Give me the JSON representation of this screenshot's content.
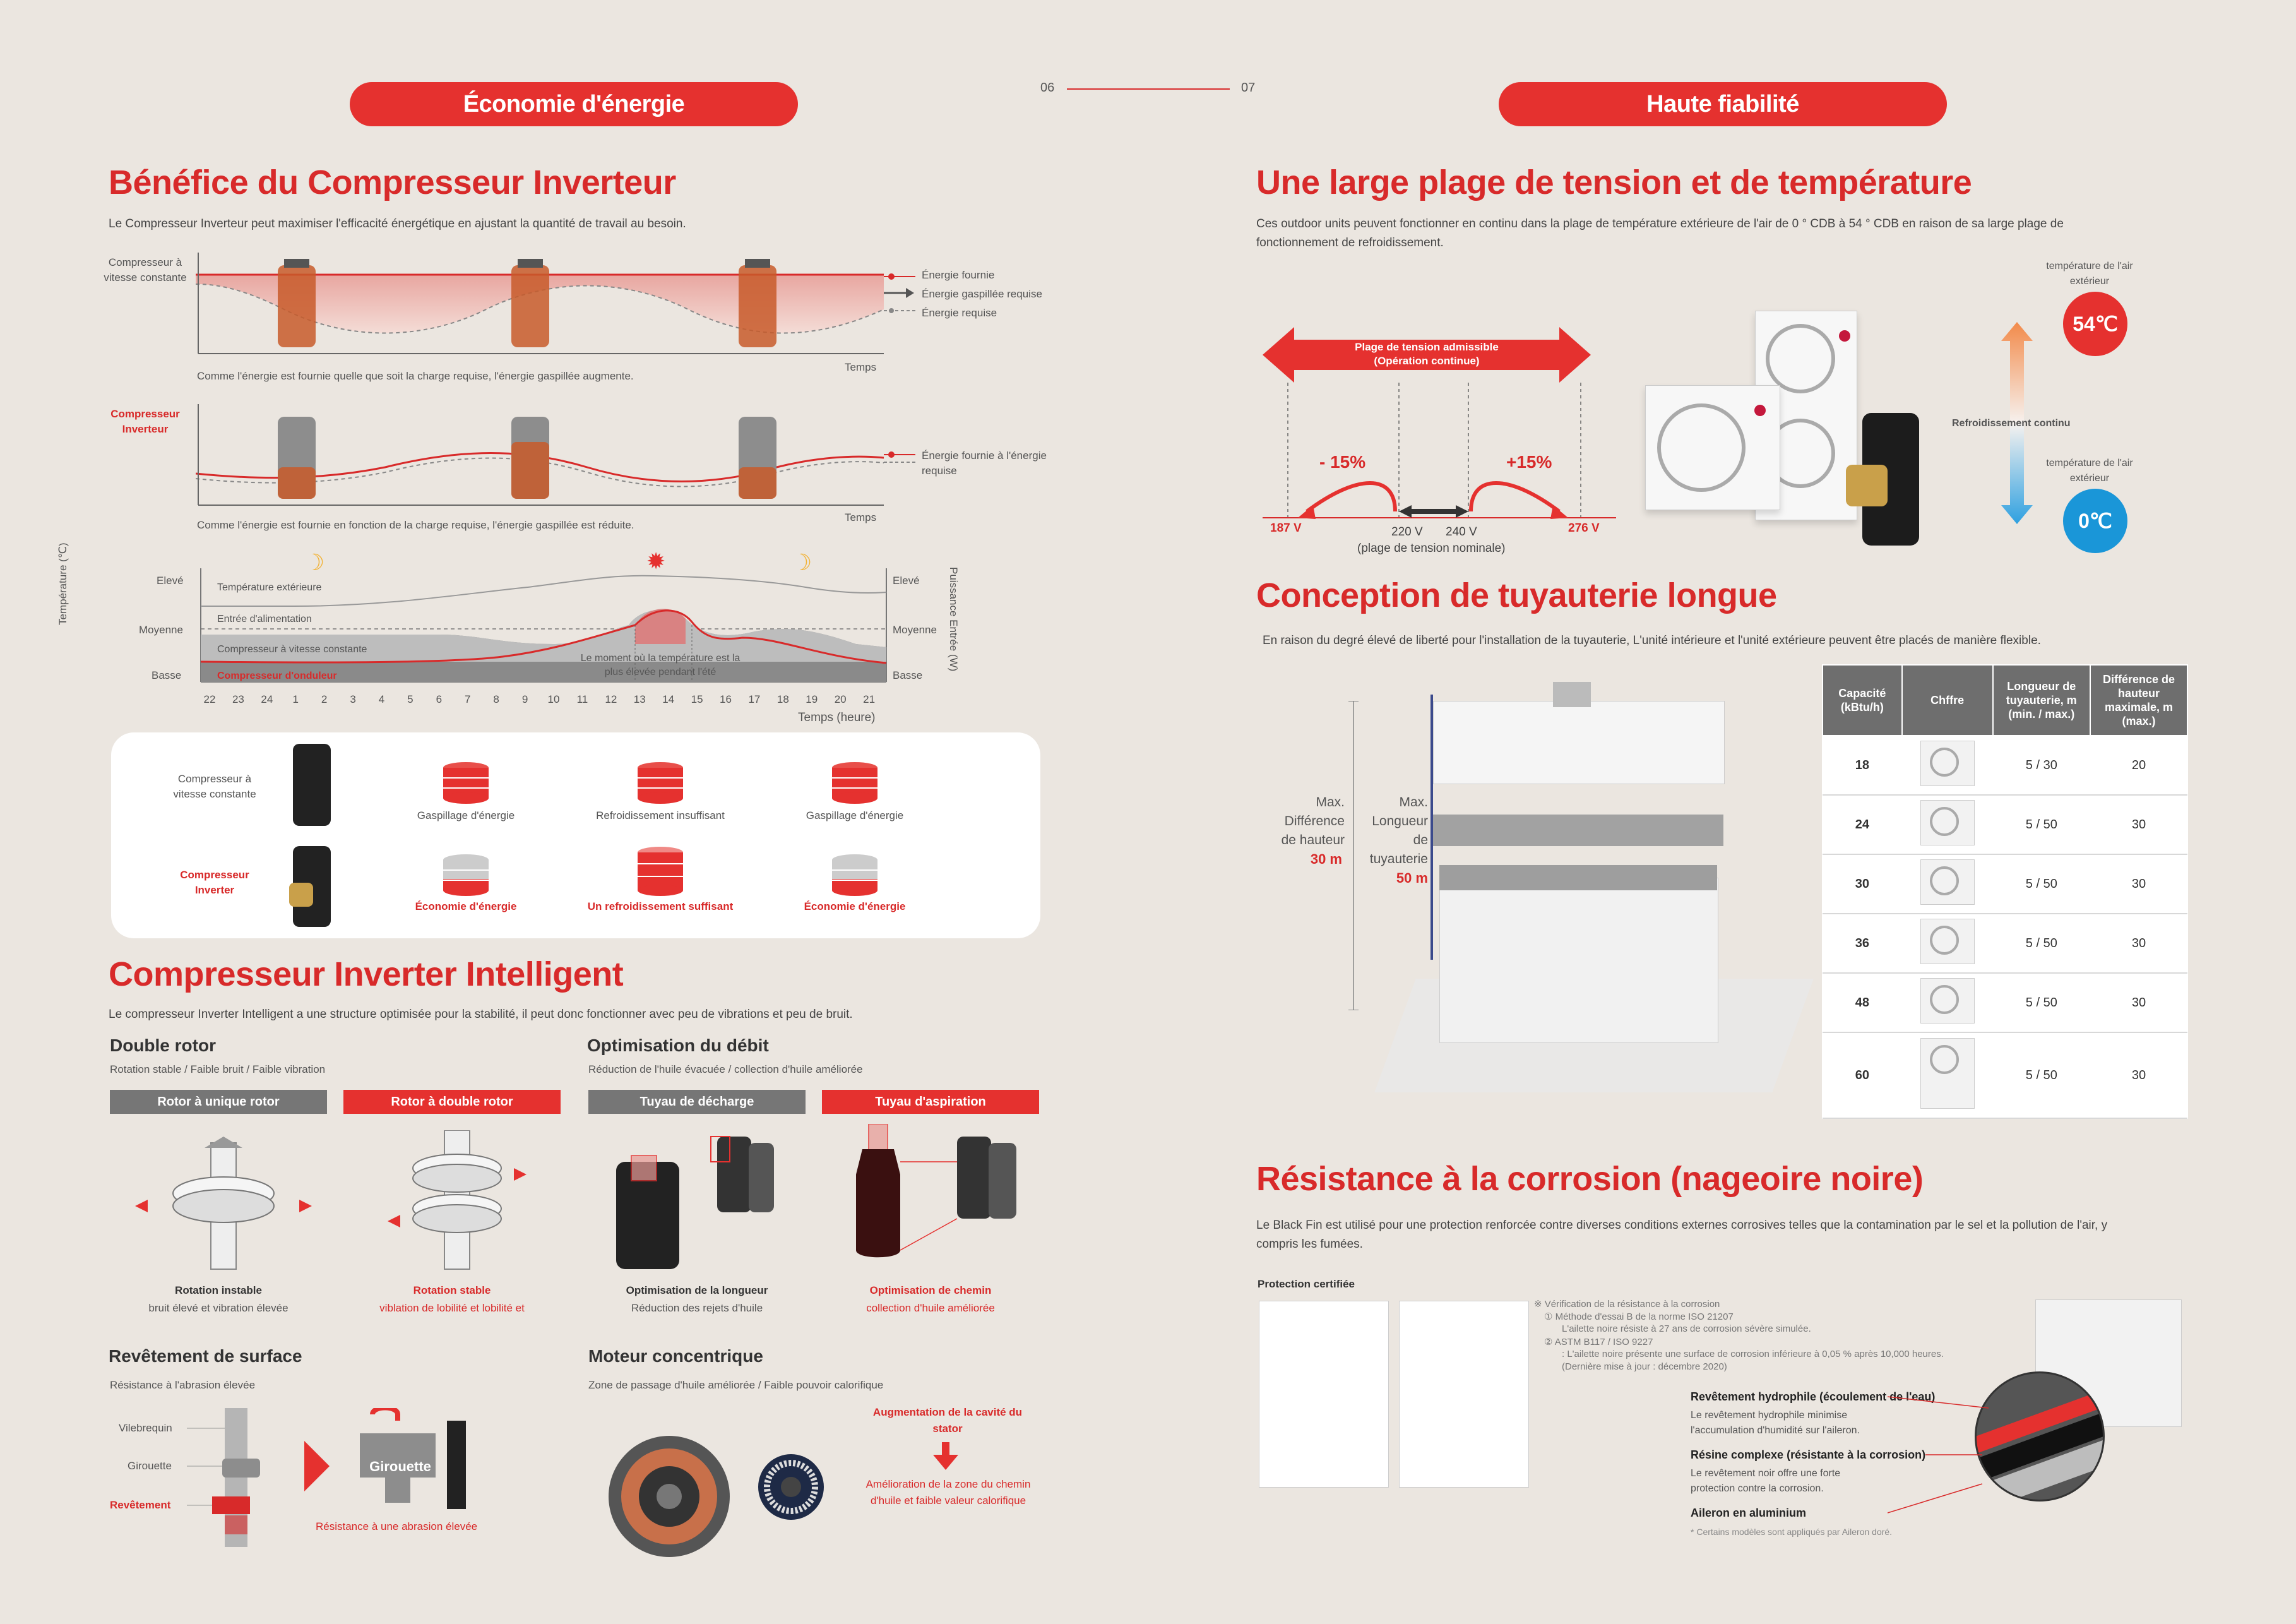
{
  "page_numbers": {
    "left": "06",
    "right": "07"
  },
  "left": {
    "section_pill": "Économie d'énergie",
    "benefit": {
      "title": "Bénéfice du Compresseur Inverteur",
      "intro": "Le Compresseur Inverteur peut maximiser l'efficacité énergétique en ajustant la quantité de travail au besoin.",
      "chart1_ylabel": "Compresseur à vitesse constante",
      "chart1_legend": [
        "Énergie fournie",
        "Énergie gaspillée requise",
        "Énergie requise"
      ],
      "chart1_xlabel": "Temps",
      "chart1_caption": "Comme l'énergie est fournie quelle que soit la charge requise, l'énergie gaspillée augmente.",
      "chart2_ylabel": "Compresseur Inverteur",
      "chart2_legend": "Énergie fournie à l'énergie requise",
      "chart2_xlabel": "Temps",
      "chart2_caption": "Comme l'énergie est fournie en fonction de la charge requise, l'énergie gaspillée est réduite."
    },
    "daily_chart": {
      "y_left_title": "Température (℃)",
      "y_right_title": "Puissance Entrée (W)",
      "levels": [
        "Elevé",
        "Moyenne",
        "Basse"
      ],
      "series_labels": [
        "Température extérieure",
        "Entrée d'alimentation",
        "Compresseur à vitesse constante",
        "Compresseur d'onduleur"
      ],
      "annotation": "Le moment où la température est la plus élevée pendant l'été",
      "hours": [
        "22",
        "23",
        "24",
        "1",
        "2",
        "3",
        "4",
        "5",
        "6",
        "7",
        "8",
        "9",
        "10",
        "11",
        "12",
        "13",
        "14",
        "15",
        "16",
        "17",
        "18",
        "19",
        "20",
        "21"
      ],
      "x_title": "Temps (heure)"
    },
    "compare_box": {
      "row1_label": "Compresseur à vitesse constante",
      "row1_items": [
        "Gaspillage d'énergie",
        "Refroidissement insuffisant",
        "Gaspillage d'énergie"
      ],
      "row2_label": "Compresseur Inverter",
      "row2_items": [
        "Économie d'énergie",
        "Un refroidissement suffisant",
        "Économie d'énergie"
      ]
    },
    "smart": {
      "title": "Compresseur Inverter Intelligent",
      "intro": "Le compresseur Inverter Intelligent a une structure optimisée pour la stabilité, il peut donc fonctionner avec peu de vibrations et peu de bruit.",
      "double_rotor": {
        "title": "Double rotor",
        "sub": "Rotation stable / Faible bruit / Faible vibration",
        "tag1": "Rotor à unique rotor",
        "tag2": "Rotor à double rotor",
        "cap1a": "Rotation instable",
        "cap1b": "bruit élevé et vibration élevée",
        "cap2a": "Rotation stable",
        "cap2b": "viblation de lobilité et lobilité et"
      },
      "flow": {
        "title": "Optimisation du débit",
        "sub": "Réduction de l'huile évacuée / collection d'huile améliorée",
        "tag1": "Tuyau de décharge",
        "tag2": "Tuyau d'aspiration",
        "cap1a": "Optimisation de la longueur",
        "cap1b": "Réduction des rejets d'huile",
        "cap2a": "Optimisation de chemin",
        "cap2b": "collection d'huile améliorée"
      },
      "coating": {
        "title": "Revêtement de surface",
        "sub": "Résistance à l'abrasion élevée",
        "labels": [
          "Vilebrequin",
          "Girouette",
          "Revêtement"
        ],
        "box_label": "Girouette",
        "caption": "Résistance à une abrasion élevée"
      },
      "motor": {
        "title": "Moteur concentrique",
        "sub": "Zone de passage d'huile améliorée / Faible pouvoir calorifique",
        "label1": "Augmentation de la cavité du stator",
        "label2": "Amélioration de la zone du chemin d'huile et faible valeur calorifique"
      }
    }
  },
  "right": {
    "section_pill": "Haute fiabilité",
    "voltage": {
      "title": "Une large plage de tension et de température",
      "intro": "Ces outdoor units peuvent fonctionner en continu dans la plage de température extérieure de l'air de 0 ° CDB à 54 ° CDB en raison de sa large plage de fonctionnement de refroidissement.",
      "arrow_label_1": "Plage de tension admissible",
      "arrow_label_2": "(Opération continue)",
      "minus": "- 15%",
      "plus": "+15%",
      "v_low": "187 V",
      "v_mid1": "220 V",
      "v_mid2": "240 V",
      "v_high": "276 V",
      "nominal": "(plage de tension nominale)",
      "temp_top_label": "température de l'air extérieur",
      "temp_top": "54℃",
      "temp_mid": "Refroidissement continu",
      "temp_bottom_label": "température de l'air extérieur",
      "temp_bottom": "0℃"
    },
    "piping": {
      "title": "Conception de tuyauterie longue",
      "intro": "En raison du degré élevé de liberté pour l'installation de la tuyauterie, L'unité intérieure et l'unité extérieure peuvent être placés de manière flexible.",
      "height_label": "Max. Différence de hauteur",
      "height_value": "30 m",
      "length_label": "Max. Longueur de tuyauterie",
      "length_value": "50 m",
      "table_headers": [
        "Capacité (kBtu/h)",
        "Chffre",
        "Longueur de tuyauterie, m (min. / max.)",
        "Différence de hauteur maximale, m (max.)"
      ],
      "table_rows": [
        {
          "cap": "18",
          "len": "5 / 30",
          "diff": "20"
        },
        {
          "cap": "24",
          "len": "5 / 50",
          "diff": "30"
        },
        {
          "cap": "30",
          "len": "5 / 50",
          "diff": "30"
        },
        {
          "cap": "36",
          "len": "5 / 50",
          "diff": "30"
        },
        {
          "cap": "48",
          "len": "5 / 50",
          "diff": "30"
        },
        {
          "cap": "60",
          "len": "5 / 50",
          "diff": "30"
        }
      ]
    },
    "corrosion": {
      "title": "Résistance à la corrosion (nageoire noire)",
      "intro": "Le Black Fin est utilisé pour une protection renforcée contre diverses conditions externes corrosives telles que la contamination par le sel et la pollution de l'air, y compris les fumées.",
      "cert_label": "Protection certifiée",
      "notes": [
        "※ Vérification de la résistance à la corrosion",
        "① Méthode d'essai B de la norme ISO 21207",
        "L'ailette noire résiste à 27 ans de corrosion sévère simulée.",
        "② ASTM B117 / ISO 9227",
        ": L'ailette noire présente une surface de corrosion inférieure à 0,05 % après 10,000 heures.",
        "(Dernière mise à jour : décembre 2020)"
      ],
      "layers": [
        {
          "title": "Revêtement hydrophile (écoulement de l'eau)",
          "desc": "Le revêtement hydrophile minimise l'accumulation d'humidité sur l'aileron."
        },
        {
          "title": "Résine complexe (résistante à la corrosion)",
          "desc": "Le revêtement noir offre une forte protection contre la corrosion."
        },
        {
          "title": "Aileron en aluminium",
          "desc": ""
        }
      ],
      "footnote": "* Certains modèles sont appliqués par Aileron doré."
    }
  },
  "colors": {
    "accent": "#e5312f",
    "background": "#ebe6e0",
    "table_header": "#6e6e6e"
  }
}
